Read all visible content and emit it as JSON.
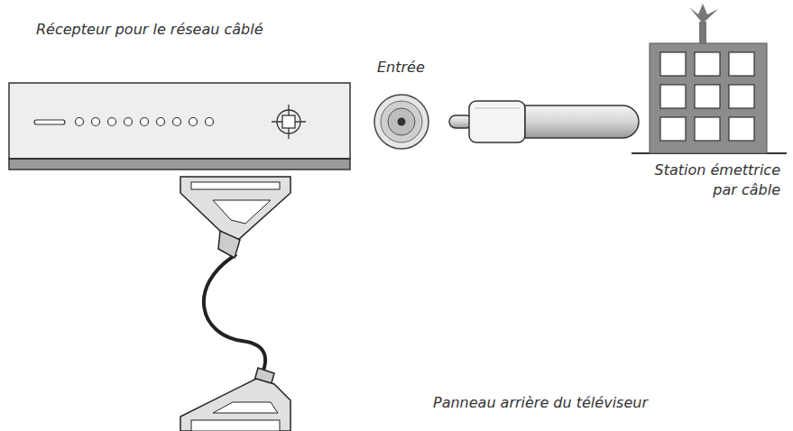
{
  "diagram": {
    "labels": [
      "Récepteur pour le réseau câblé",
      "Entrée",
      "Station émettrice par câble",
      "Panneau arrière du téléviseur"
    ]
  }
}
